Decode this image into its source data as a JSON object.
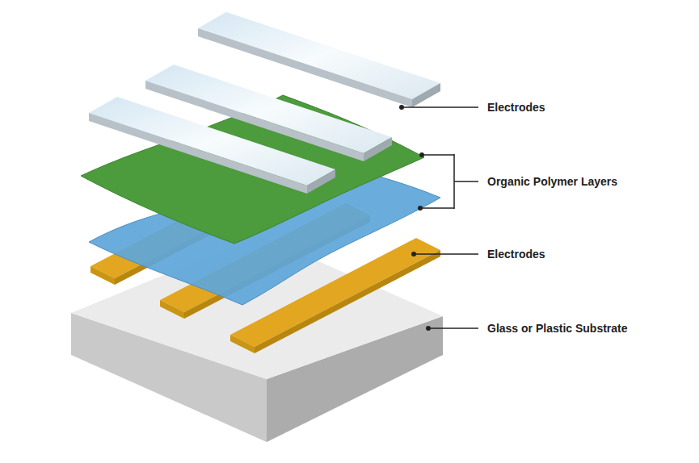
{
  "diagram": {
    "labels": [
      "Electrodes",
      "Organic Polymer Layers",
      "Electrodes",
      "Glass or Plastic Substrate"
    ]
  }
}
